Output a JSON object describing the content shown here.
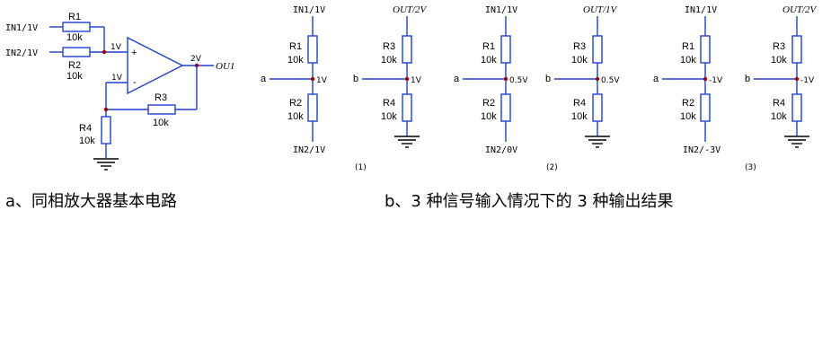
{
  "circuit_a": {
    "in1": "IN1/1V",
    "in2": "IN2/1V",
    "r1": "R1",
    "r1_val": "10k",
    "r2": "R2",
    "r2_val": "10k",
    "r3": "R3",
    "r3_val": "10k",
    "r4": "R4",
    "r4_val": "10k",
    "plus_node_v": "1V",
    "minus_node_v": "1V",
    "out_v": "2V",
    "plus_sign": "+",
    "minus_sign": "-",
    "out_label": "OU1"
  },
  "divider_1a": {
    "top": "IN1/1V",
    "bottom": "IN2/1V",
    "node": "a",
    "node_v": "1V",
    "r_top": "R1",
    "r_bot": "R2",
    "val": "10k"
  },
  "divider_1b": {
    "top": "OUT/2V",
    "node": "b",
    "node_v": "1V",
    "r_top": "R3",
    "r_bot": "R4",
    "val": "10k"
  },
  "case_1": "(1)",
  "divider_2a": {
    "top": "IN1/1V",
    "bottom": "IN2/0V",
    "node": "a",
    "node_v": "0.5V",
    "r_top": "R1",
    "r_bot": "R2",
    "val": "10k"
  },
  "divider_2b": {
    "top": "OUT/1V",
    "node": "b",
    "node_v": "0.5V",
    "r_top": "R3",
    "r_bot": "R4",
    "val": "10k"
  },
  "case_2": "(2)",
  "divider_3a": {
    "top": "IN1/1V",
    "bottom": "IN2/-3V",
    "node": "a",
    "node_v": "-1V",
    "r_top": "R1",
    "r_bot": "R2",
    "val": "10k"
  },
  "divider_3b": {
    "top": "OUT/2V",
    "node": "b",
    "node_v": "-1V",
    "r_top": "R3",
    "r_bot": "R4",
    "val": "10k"
  },
  "case_3": "(3)",
  "caption_a": "a、同相放大器基本电路",
  "caption_b": "b、3 种信号输入情况下的 3 种输出结果",
  "colors": {
    "wire": "#1f3fd6",
    "node": "#a00000",
    "text": "#000000"
  }
}
